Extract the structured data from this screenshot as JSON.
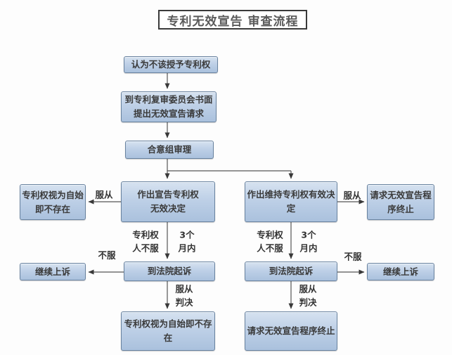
{
  "title": "专利无效宣告 审查流程",
  "colors": {
    "node_fill_top": "#d6e2f0",
    "node_fill_bottom": "#aac1dd",
    "node_border": "#68829f",
    "connector": "#4a4a4a",
    "text": "#3a3a3a",
    "title_border": "#3a3a3a"
  },
  "nodes": {
    "start": "认为不该授予专利权",
    "submit": "到专利复审委员会书面\n提出无效宣告请求",
    "panel": "合意组审理",
    "invalid_decision": "作出宣告专利权\n无效决定",
    "valid_decision": "作出维持专利权有效决\n定",
    "deemed_void_left": "专利权视为自始\n即不存在",
    "procedure_end_right": "请求无效宣告程\n序终止",
    "court_left": "到法院起诉",
    "court_right": "到法院起诉",
    "appeal_left": "继续上诉",
    "appeal_right": "继续上诉",
    "deemed_void_bottom": "专利权视为自始即不存\n在",
    "procedure_end_bottom": "请求无效宣告程序终止"
  },
  "edge_labels": {
    "comply_left": "服从",
    "comply_right": "服从",
    "dissatisfied_left": "不服",
    "dissatisfied_right": "不服",
    "patentee_dissatisfied_left": "专利权\n人不服",
    "months_left": "3个\n月内",
    "patentee_dissatisfied_right": "专利权\n人不服",
    "months_right": "3个\n月内",
    "comply_judgment_left": "服从\n判决",
    "comply_judgment_right": "服从\n判决"
  }
}
